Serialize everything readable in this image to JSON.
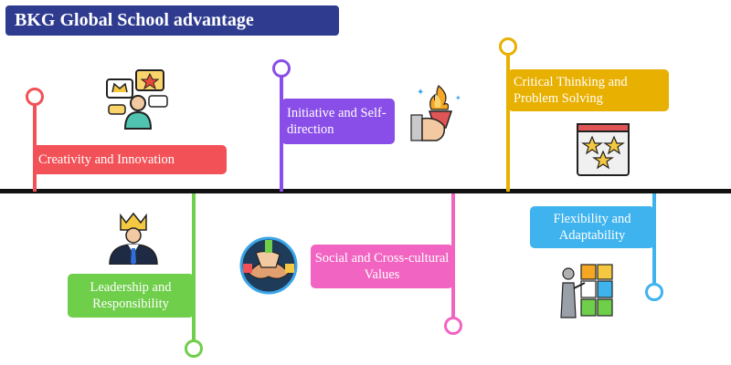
{
  "title": "BKG Global School advantage",
  "items": [
    {
      "label": "Creativity and Innovation",
      "color": "#f25157",
      "icon": "speech-bubbles-person-icon"
    },
    {
      "label": "Leadership and Responsibility",
      "color": "#6fce4a",
      "icon": "crowned-leader-icon"
    },
    {
      "label": "Initiative and Self-direction",
      "color": "#8a4ee8",
      "icon": "torch-icon"
    },
    {
      "label": "Social and Cross-cultural Values",
      "color": "#f264c2",
      "icon": "team-hands-icon"
    },
    {
      "label": "Critical Thinking and Problem Solving",
      "color": "#e8b000",
      "icon": "star-rating-window-icon"
    },
    {
      "label": "Flexibility and Adaptability",
      "color": "#3fb3ee",
      "icon": "puzzle-person-icon"
    }
  ]
}
